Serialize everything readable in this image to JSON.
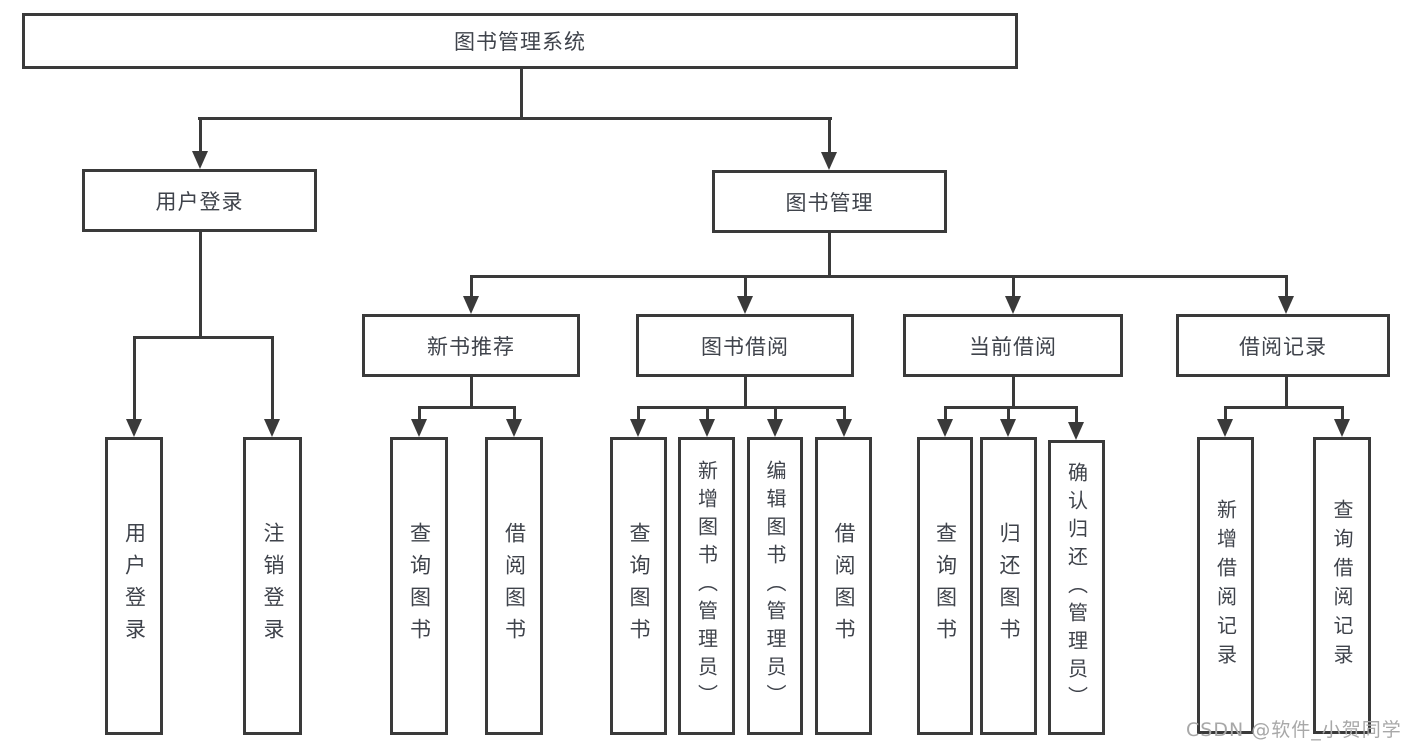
{
  "tree": {
    "root": {
      "label": "图书管理系统",
      "children": [
        {
          "label": "用户登录",
          "children": [
            {
              "label": "用户登录"
            },
            {
              "label": "注销登录"
            }
          ]
        },
        {
          "label": "图书管理",
          "children": [
            {
              "label": "新书推荐",
              "children": [
                {
                  "label": "查询图书"
                },
                {
                  "label": "借阅图书"
                }
              ]
            },
            {
              "label": "图书借阅",
              "children": [
                {
                  "label": "查询图书"
                },
                {
                  "label": "新增图书（管理员）"
                },
                {
                  "label": "编辑图书（管理员）"
                },
                {
                  "label": "借阅图书"
                }
              ]
            },
            {
              "label": "当前借阅",
              "children": [
                {
                  "label": "查询图书"
                },
                {
                  "label": "归还图书"
                },
                {
                  "label": "确认归还（管理员）"
                }
              ]
            },
            {
              "label": "借阅记录",
              "children": [
                {
                  "label": "新增借阅记录"
                },
                {
                  "label": "查询借阅记录"
                }
              ]
            }
          ]
        }
      ]
    }
  },
  "watermark": {
    "text": "CSDN @软件_小贺同学"
  },
  "colors": {
    "line": "#3a3a3a",
    "text": "#3f434b",
    "watermark": "#a8a8a8"
  }
}
